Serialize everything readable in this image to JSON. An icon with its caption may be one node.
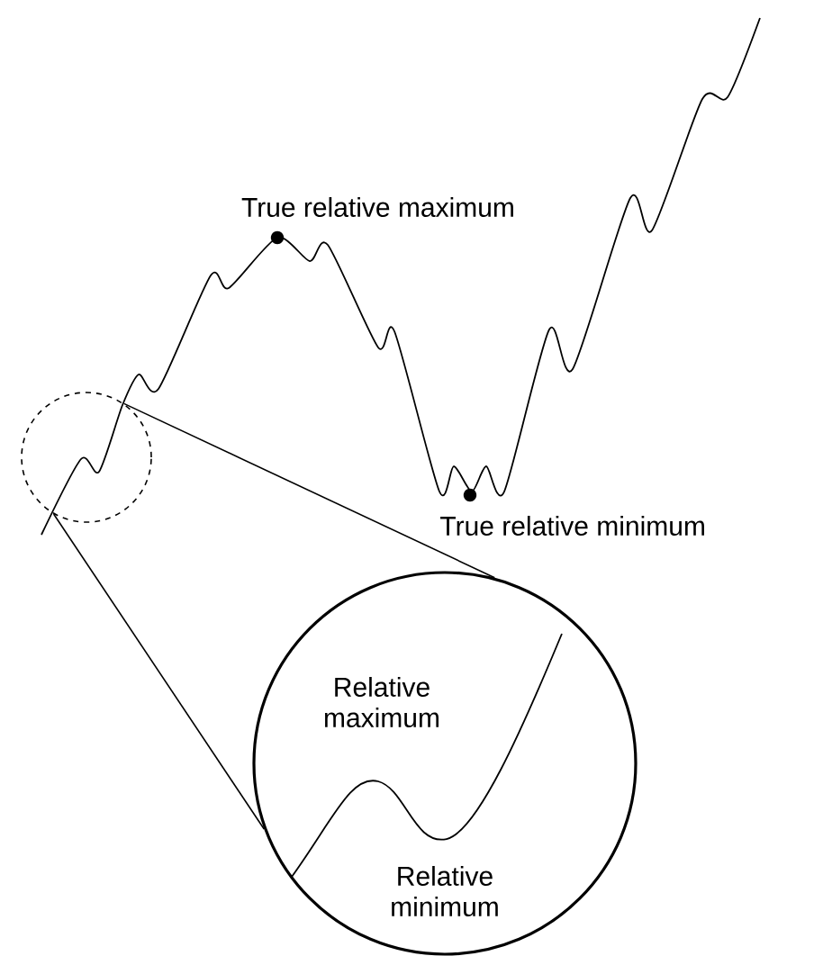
{
  "diagram": {
    "nodes": [
      {
        "text": [],
        "shape": "circle"
      },
      {
        "text": [
          "Relative maximum",
          "Relative minimum"
        ]
      }
    ],
    "edges": [
      {
        "from": 0,
        "to": 1,
        "arrow": "none"
      },
      {
        "from": 0,
        "to": 1,
        "arrow": "none"
      }
    ],
    "labels": [
      "True relative maximum",
      "True relative minimum"
    ]
  }
}
